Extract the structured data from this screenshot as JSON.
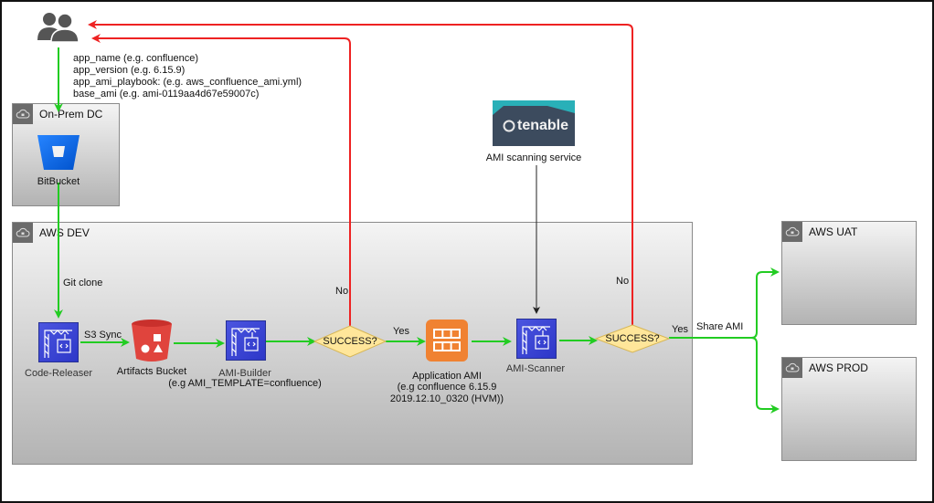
{
  "actor": {
    "icon": "users-icon"
  },
  "params": [
    "app_name (e.g. confluence)",
    "app_version (e.g. 6.15.9)",
    "app_ami_playbook: (e.g. aws_confluence_ami.yml)",
    "base_ami (e.g. ami-0119aa4d67e59007c)"
  ],
  "groups": {
    "onprem": {
      "title": "On-Prem DC",
      "icon": "cloud-lock-icon"
    },
    "awsdev": {
      "title": "AWS DEV",
      "icon": "cloud-lock-icon"
    },
    "awsuat": {
      "title": "AWS UAT",
      "icon": "cloud-lock-icon"
    },
    "awsprod": {
      "title": "AWS PROD",
      "icon": "cloud-lock-icon"
    }
  },
  "nodes": {
    "bitbucket": {
      "label": "BitBucket"
    },
    "code_releaser": {
      "label": "Code-Releaser"
    },
    "artifacts_bucket": {
      "label": "Artifacts Bucket"
    },
    "ami_builder": {
      "label": "AMI-Builder",
      "sublabel": "(e.g AMI_TEMPLATE=confluence)"
    },
    "decision1": {
      "label": "SUCCESS?"
    },
    "app_ami": {
      "label": "Application AMI",
      "sublabel1": "(e.g confluence 6.15.9",
      "sublabel2": "2019.12.10_0320 (HVM))"
    },
    "ami_scanner": {
      "label": "AMI-Scanner"
    },
    "decision2": {
      "label": "SUCCESS?"
    },
    "tenable": {
      "logo_text": "tenable",
      "label": "AMI scanning service"
    }
  },
  "edges": {
    "git_clone": "Git clone",
    "s3_sync": "S3 Sync",
    "no1": "No",
    "yes1": "Yes",
    "no2": "No",
    "yes2": "Yes",
    "share_ami": "Share AMI"
  },
  "colors": {
    "success_edge": "#22cc22",
    "failure_edge": "#ee2222",
    "decision_fill": "#ffe69a",
    "decision_stroke": "#d6b656",
    "tile_blue": "#3b44d6",
    "bucket_red": "#e0443d",
    "ami_orange": "#f08232",
    "bitbucket_blue": "#2684ff",
    "tenable_dark": "#3c4b5e",
    "tenable_teal": "#29b0b8"
  }
}
